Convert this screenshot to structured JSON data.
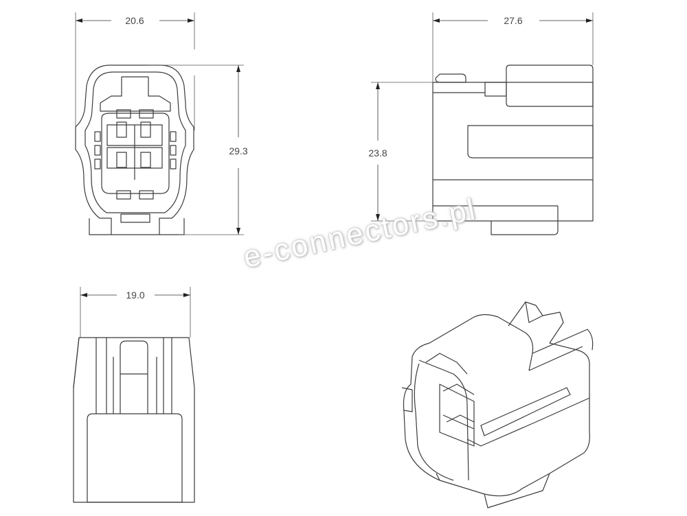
{
  "dimensions": {
    "front_width": "20.6",
    "front_height": "29.3",
    "side_length": "27.6",
    "side_height": "23.8",
    "bottom_width": "19.0"
  },
  "watermark": "e-connectors.pl",
  "colors": {
    "line": "#3a3a3a",
    "background": "#ffffff"
  }
}
